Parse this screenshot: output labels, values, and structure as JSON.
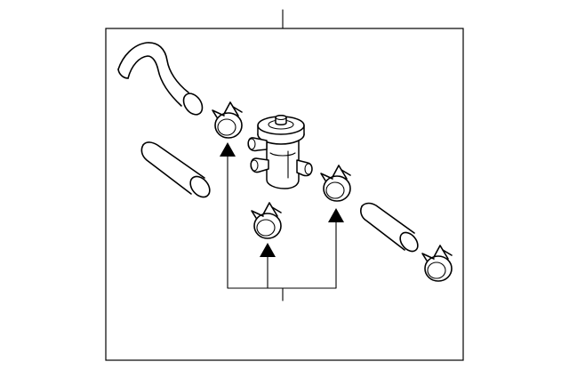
{
  "diagram": {
    "parts": [
      {
        "id": "hose-upper",
        "kind": "hose"
      },
      {
        "id": "hose-middle",
        "kind": "hose"
      },
      {
        "id": "hose-right",
        "kind": "hose"
      },
      {
        "id": "valve",
        "kind": "valve"
      },
      {
        "id": "clamp-1",
        "kind": "clamp"
      },
      {
        "id": "clamp-2",
        "kind": "clamp"
      },
      {
        "id": "clamp-3",
        "kind": "clamp"
      },
      {
        "id": "clamp-4",
        "kind": "clamp"
      }
    ],
    "colors": {
      "line": "#000000",
      "background": "#ffffff"
    }
  }
}
